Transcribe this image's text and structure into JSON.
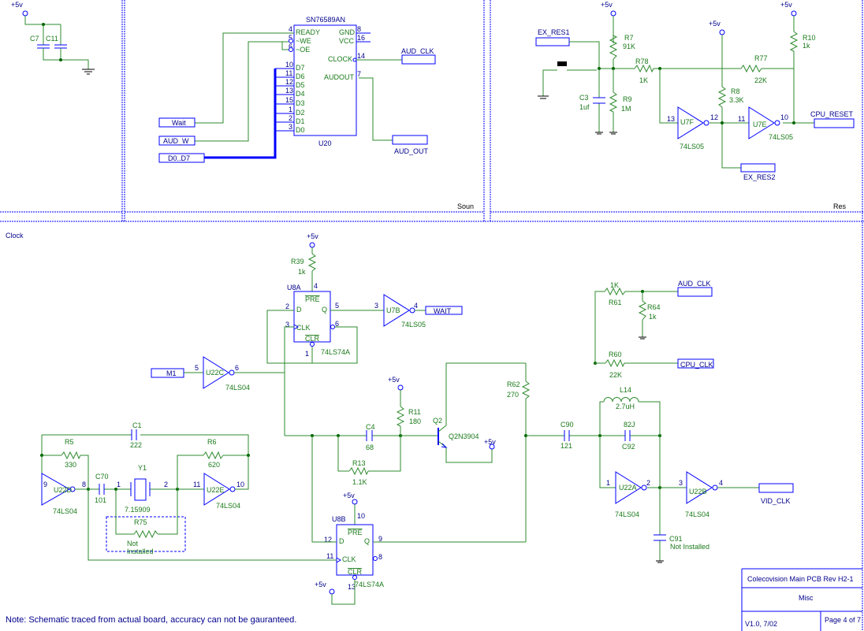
{
  "labels": {
    "section_sound": "Soun",
    "section_reset": "Res",
    "section_clock": "Clock",
    "note": "Note: Schematic traced from actual board, accuracy can not be gauranteed."
  },
  "power": {
    "vcc": "+5v"
  },
  "sound": {
    "c7": "C7",
    "c11": "C11",
    "chip_name": "SN76589AN",
    "chip_ref": "U20",
    "pins": {
      "ready": "READY",
      "we": "~WE",
      "oe": "~OE",
      "d7": "D7",
      "d6": "D6",
      "d5": "D5",
      "d4": "D4",
      "d3": "D3",
      "d2": "D2",
      "d1": "D1",
      "d0": "D0",
      "gnd": "GND",
      "vcc": "VCC",
      "clock": "CLOCK",
      "audout": "AUDOUT"
    },
    "pin_numbers": {
      "ready": "4",
      "we": "5",
      "oe": "6",
      "d7": "10",
      "d6": "11",
      "d5": "12",
      "d4": "13",
      "d3": "15",
      "d2": "1",
      "d1": "2",
      "d0": "3",
      "gnd": "8",
      "vcc": "16",
      "clock": "14",
      "audout": "7"
    },
    "ports": {
      "wait": "Wait",
      "aud_w": "AUD_W",
      "d0d7": "D0..D7",
      "aud_clk": "AUD_CLK",
      "aud_out": "AUD_OUT"
    }
  },
  "reset": {
    "ex_res1": "EX_RES1",
    "r7": "R7",
    "r7_val": "91K",
    "r78": "R78",
    "r78_val": "1K",
    "r77": "R77",
    "r77_val": "22K",
    "r10": "R10",
    "r10_val": "1k",
    "r8": "R8",
    "r8_val": "3.3K",
    "r9": "R9",
    "r9_val": "1M",
    "c3": "C3",
    "c3_val": "1uf",
    "u7f": "U7F",
    "u7e": "U7E",
    "part_ls05": "74LS05",
    "pin13": "13",
    "pin12": "12",
    "pin11": "11",
    "pin10": "10",
    "cpu_reset": "CPU_RESET",
    "ex_res2": "EX_RES2"
  },
  "clock": {
    "r39": "R39",
    "r39_val": "1k",
    "u8a": "U8A",
    "u8b": "U8B",
    "part_ls74": "74LS74A",
    "ff_pre": "PRE",
    "ff_clr": "CLR",
    "ff_d": "D",
    "ff_q": "Q",
    "ff_clk": "CLK",
    "u8a_pins": {
      "pre": "4",
      "d": "2",
      "q": "5",
      "clk": "3",
      "qn": "6",
      "clr": "1"
    },
    "u8b_pins": {
      "pre": "10",
      "d": "12",
      "q": "9",
      "clk": "11",
      "qn": "8",
      "clr": "13"
    },
    "u7b": "U7B",
    "u7b_in": "3",
    "u7b_out": "4",
    "wait": "WAIT",
    "u22c": "U22C",
    "u22c_in": "5",
    "u22c_out": "6",
    "part_ls04": "74LS04",
    "m1": "M1",
    "r11": "R11",
    "r11_val": "180",
    "q2": "Q2",
    "q2_part": "Q2N3904",
    "c4": "C4",
    "c4_val": "68",
    "r13": "R13",
    "r13_val": "1.1K",
    "r62": "R62",
    "r62_val": "270",
    "r61": "R61",
    "r61_val": "1K",
    "r64": "R64",
    "r64_val": "1k",
    "r60": "R60",
    "r60_val": "22K",
    "aud_clk": "AUD_CLK",
    "cpu_clk": "CPU_CLK",
    "c1": "C1",
    "c1_val": "222",
    "r5": "R5",
    "r5_val": "330",
    "r6": "R6",
    "r6_val": "620",
    "c70": "C70",
    "c70_val": "101",
    "y1": "Y1",
    "y1_val": "7.15909",
    "u22d": "U22D",
    "u22e": "U22E",
    "pin9": "9",
    "pin8": "8",
    "pin11": "11",
    "pin10": "10",
    "pin1": "1",
    "pin2": "2",
    "r75": "R75",
    "not_installed_1": "Not",
    "not_installed_2": "Installed",
    "l14": "L14",
    "l14_val": "2.7uH",
    "c92": "C92",
    "c92_val": "82J",
    "c90": "C90",
    "c90_val": "121",
    "u22a": "U22A",
    "u22b": "U22B",
    "u22a_in": "1",
    "u22a_out": "2",
    "u22b_in": "3",
    "u22b_out": "4",
    "c91": "C91",
    "c91_note": "Not Installed",
    "vid_clk": "VID_CLK"
  },
  "title_block": {
    "title": "Colecovision Main PCB  Rev H2-1",
    "subtitle": "Misc",
    "version": "V1.0, 7/02",
    "page": "Page 4 of 7"
  }
}
